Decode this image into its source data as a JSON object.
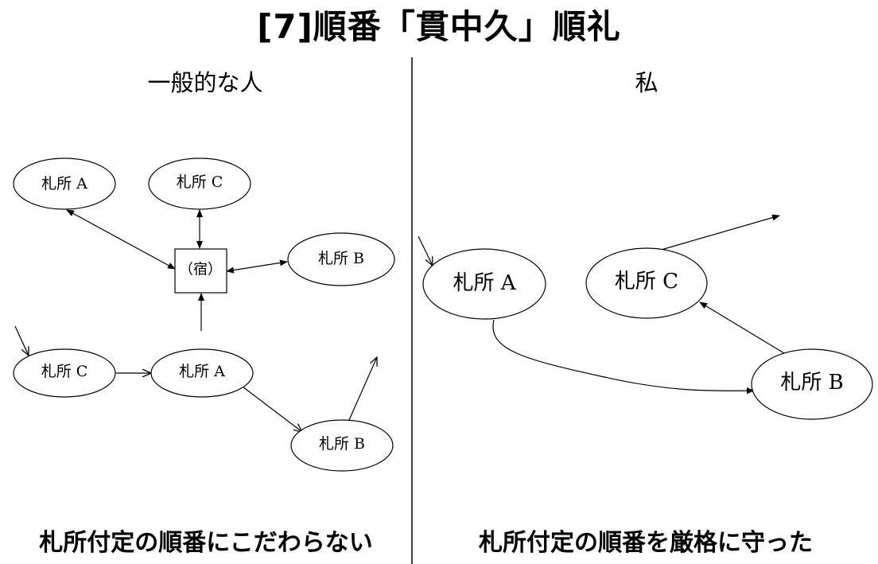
{
  "title": "[7]順番「貫中久」順礼",
  "left_panel": {
    "heading": "一般的な人",
    "caption": "札所付定の順番にこだわらない",
    "nodes": {
      "a_top": "札所 A",
      "c_top": "札所 C",
      "inn": "（宿）",
      "b_mid": "札所 B",
      "c_low": "札所 C",
      "a_low": "札所 A",
      "b_low": "札所 B"
    }
  },
  "right_panel": {
    "heading": "私",
    "caption": "札所付定の順番を厳格に守った",
    "nodes": {
      "a": "札所 A",
      "c": "札所 C",
      "b": "札所 B"
    }
  }
}
